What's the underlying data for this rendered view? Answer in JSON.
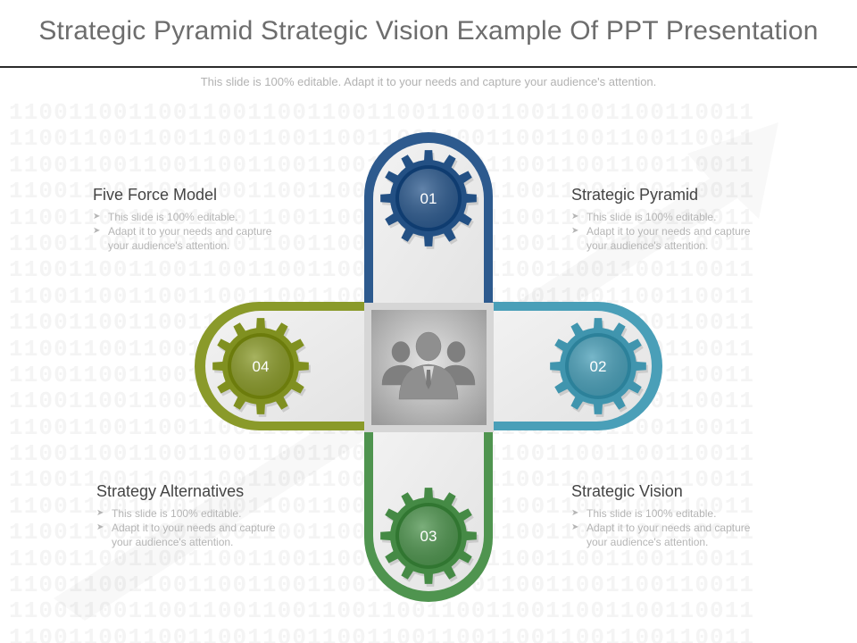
{
  "slide": {
    "title": "Strategic Pyramid Strategic Vision Example Of PPT Presentation",
    "subtitle": "This slide is 100% editable. Adapt it to your needs and capture your audience's attention."
  },
  "background": {
    "pattern": "11001100110011001100110011001100110011001100110011"
  },
  "center": {
    "icon": "people-group-icon"
  },
  "items": [
    {
      "number": "01",
      "title": "Strategic Pyramid",
      "bullets": [
        "This slide is 100% editable.",
        "Adapt it to your needs and capture your audience's attention."
      ],
      "color": "#2d5a8e"
    },
    {
      "number": "02",
      "title": "Strategic Vision",
      "bullets": [
        "This slide is 100% editable.",
        "Adapt it to your needs and capture your audience's attention."
      ],
      "color": "#4a9fb8"
    },
    {
      "number": "03",
      "title": "Strategy Alternatives",
      "bullets": [
        "This slide is 100% editable.",
        "Adapt it to your needs and capture your audience's attention."
      ],
      "color": "#4f944f"
    },
    {
      "number": "04",
      "title": "Five Force Model",
      "bullets": [
        "This slide is 100% editable.",
        "Adapt it to your needs and capture your audience's attention."
      ],
      "color": "#8a9a2a"
    }
  ]
}
